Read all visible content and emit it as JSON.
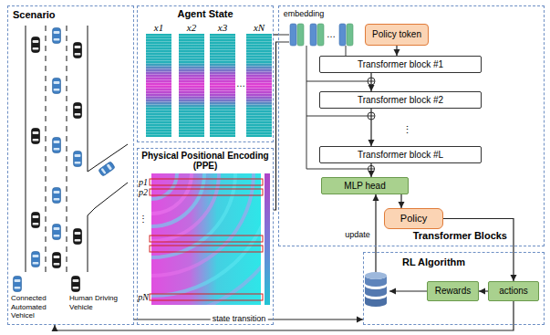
{
  "diagram": {
    "nodes": [
      {
        "text": [
          "Scenario"
        ]
      },
      {
        "text": [
          "Agent State"
        ]
      },
      {
        "text": [
          "Physical Positional Encoding (PPE)"
        ]
      },
      {
        "text": [
          "Transformer Blocks"
        ]
      },
      {
        "text": [
          "Policy token"
        ],
        "in": 3
      },
      {
        "text": [
          "Transformer block #1"
        ],
        "in": 3
      },
      {
        "text": [
          "Transformer block #2"
        ],
        "in": 3
      },
      {
        "text": [
          "Transformer block #L"
        ],
        "in": 3
      },
      {
        "text": [
          "MLP head"
        ],
        "in": 3
      },
      {
        "text": [
          "Policy"
        ],
        "in": 3
      },
      {
        "text": [
          "RL Algorithm"
        ]
      },
      {
        "text": [
          "Rewards"
        ],
        "in": 10
      },
      {
        "text": [
          "actions"
        ],
        "in": 10
      }
    ],
    "edges": [
      {
        "from": 1,
        "to": 3,
        "label": "embedding",
        "arrow": "none"
      },
      {
        "from": 2,
        "to": 3,
        "arrow": "none"
      },
      {
        "from": 4,
        "to": 5,
        "arrow": "to"
      },
      {
        "from": 5,
        "to": 6,
        "arrow": "to"
      },
      {
        "from": 6,
        "to": 7,
        "arrow": "to"
      },
      {
        "from": 7,
        "to": 8,
        "arrow": "to"
      },
      {
        "from": 8,
        "to": 9,
        "arrow": "to"
      },
      {
        "from": 9,
        "to": 12,
        "arrow": "to"
      },
      {
        "from": 12,
        "to": 11,
        "arrow": "to"
      },
      {
        "from": 10,
        "to": 8,
        "label": "update",
        "arrow": "to"
      },
      {
        "from": 0,
        "to": 10,
        "label": "state transition",
        "arrow": "to"
      },
      {
        "from": 12,
        "to": 0,
        "arrow": "to"
      }
    ],
    "labels": [
      "x1",
      "x2",
      "x3",
      "…",
      "xN",
      "p1",
      "p2",
      "⋮",
      "pN",
      "…",
      "⋮"
    ],
    "legend": [
      {
        "text": "Connected Automated Vehicel"
      },
      {
        "text": "Human Driving Vehicle"
      }
    ]
  }
}
